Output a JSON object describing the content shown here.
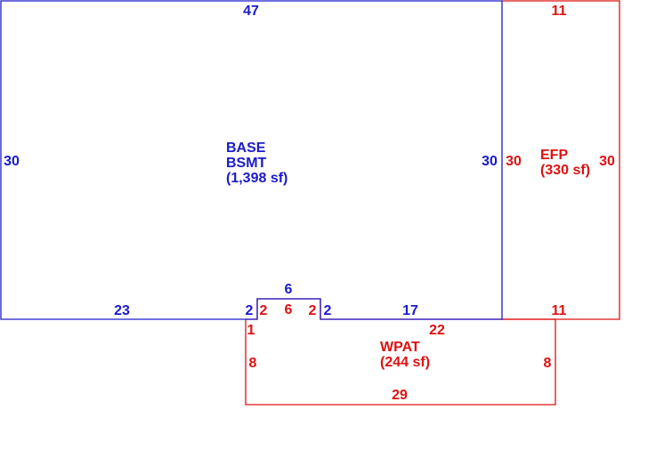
{
  "colors": {
    "base": "#1a1acc",
    "addition": "#dd1111"
  },
  "areas": {
    "base": {
      "line1": "BASE",
      "line2": "BSMT",
      "area": "(1,398 sf)"
    },
    "efp": {
      "line1": "EFP",
      "area": "(330 sf)"
    },
    "wpat": {
      "line1": "WPAT",
      "area": "(244 sf)"
    }
  },
  "dimensions": {
    "base_top": "47",
    "base_left": "30",
    "base_right": "30",
    "base_bottom_left": "23",
    "base_bottom_right": "17",
    "base_notch_top": "6",
    "base_notch_left": "2",
    "base_notch_right": "2",
    "efp_top": "11",
    "efp_bottom": "11",
    "efp_left": "30",
    "efp_right": "30",
    "wpat_notch_left": "2",
    "wpat_notch_top": "6",
    "wpat_notch_right": "2",
    "wpat_left_small": "1",
    "wpat_top_right": "22",
    "wpat_left": "8",
    "wpat_right": "8",
    "wpat_bottom": "29"
  }
}
